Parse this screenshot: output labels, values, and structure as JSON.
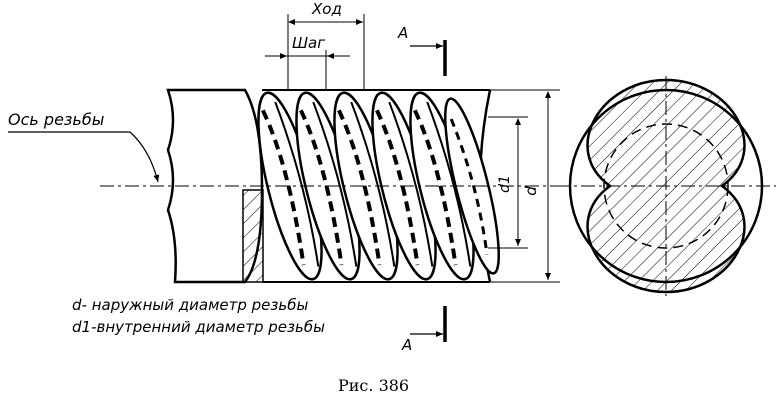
{
  "labels": {
    "khod": "Ход",
    "shag": "Шаг",
    "section_top": "A",
    "section_bottom": "A",
    "axis": "Ось резьбы",
    "d": "d",
    "d1": "d1",
    "legend_d": "d- наружный диаметр резьбы",
    "legend_d1": "d1-внутренний диаметр резьбы"
  },
  "caption": "Рис. 386"
}
